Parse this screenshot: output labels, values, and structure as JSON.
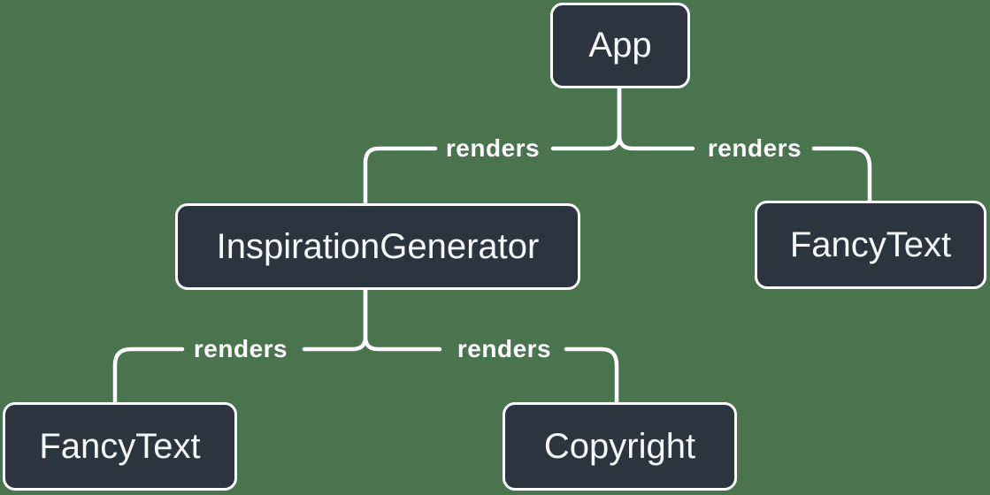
{
  "theme": {
    "background": "#4A744E",
    "node_fill": "#2C3440",
    "node_border": "#FFFFFF",
    "node_text": "#F6F7F9",
    "line_color": "#FFFFFF",
    "label_text": "#FFFFFF"
  },
  "nodes": [
    {
      "id": "app",
      "label": "App"
    },
    {
      "id": "inspiration-generator",
      "label": "InspirationGenerator"
    },
    {
      "id": "fancy-text-top",
      "label": "FancyText"
    },
    {
      "id": "fancy-text-bottom",
      "label": "FancyText"
    },
    {
      "id": "copyright",
      "label": "Copyright"
    }
  ],
  "edges": [
    {
      "from": "App",
      "to": "InspirationGenerator",
      "label": "renders"
    },
    {
      "from": "App",
      "to": "FancyText",
      "label": "renders"
    },
    {
      "from": "InspirationGenerator",
      "to": "FancyText",
      "label": "renders"
    },
    {
      "from": "InspirationGenerator",
      "to": "Copyright",
      "label": "renders"
    }
  ]
}
